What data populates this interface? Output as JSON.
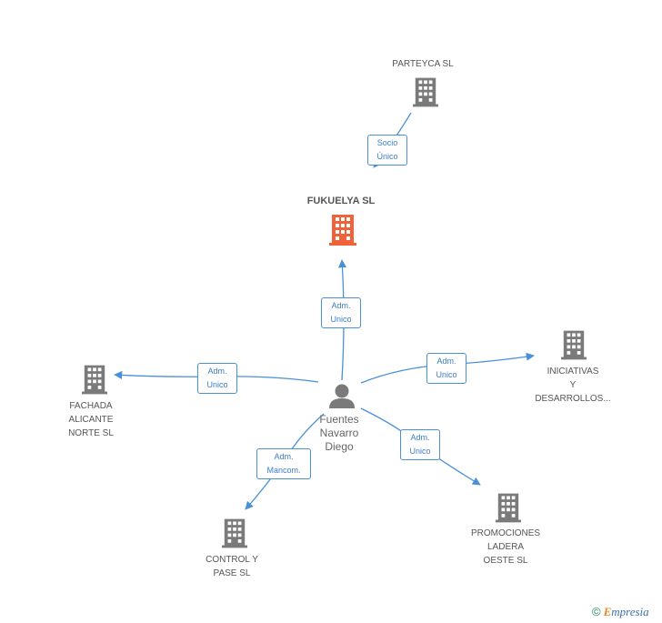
{
  "colors": {
    "edge": "#4a90d9",
    "company_icon": "#7a7a7a",
    "focus_icon": "#f0623a",
    "person_icon": "#7a7a7a"
  },
  "nodes": {
    "parteyca": {
      "name": "PARTEYCA SL",
      "icon": "building-icon"
    },
    "fukuelya": {
      "name": "FUKUELYA SL",
      "icon": "building-icon"
    },
    "iniciativas": {
      "name_lines": [
        "INICIATIVAS",
        "Y",
        "DESARROLLOS..."
      ],
      "icon": "building-icon"
    },
    "fachada": {
      "name_lines": [
        "FACHADA",
        "ALICANTE",
        "NORTE SL"
      ],
      "icon": "building-icon"
    },
    "person": {
      "name_lines": [
        "Fuentes",
        "Navarro",
        "Diego"
      ],
      "icon": "person-icon"
    },
    "control": {
      "name_lines": [
        "CONTROL Y",
        "PASE SL"
      ],
      "icon": "building-icon"
    },
    "promociones": {
      "name_lines": [
        "PROMOCIONES",
        "LADERA",
        "OESTE SL"
      ],
      "icon": "building-icon"
    }
  },
  "edges": {
    "socio_unico": [
      "Socio",
      "Único"
    ],
    "adm_fukuelya": [
      "Adm.",
      "Unico"
    ],
    "adm_iniciativas": [
      "Adm.",
      "Unico"
    ],
    "adm_fachada": [
      "Adm.",
      "Unico"
    ],
    "adm_promociones": [
      "Adm.",
      "Unico"
    ],
    "adm_control": [
      "Adm.",
      "Mancom."
    ]
  },
  "footer": {
    "copyright": "©",
    "brand_first": "E",
    "brand_rest": "mpresia"
  }
}
